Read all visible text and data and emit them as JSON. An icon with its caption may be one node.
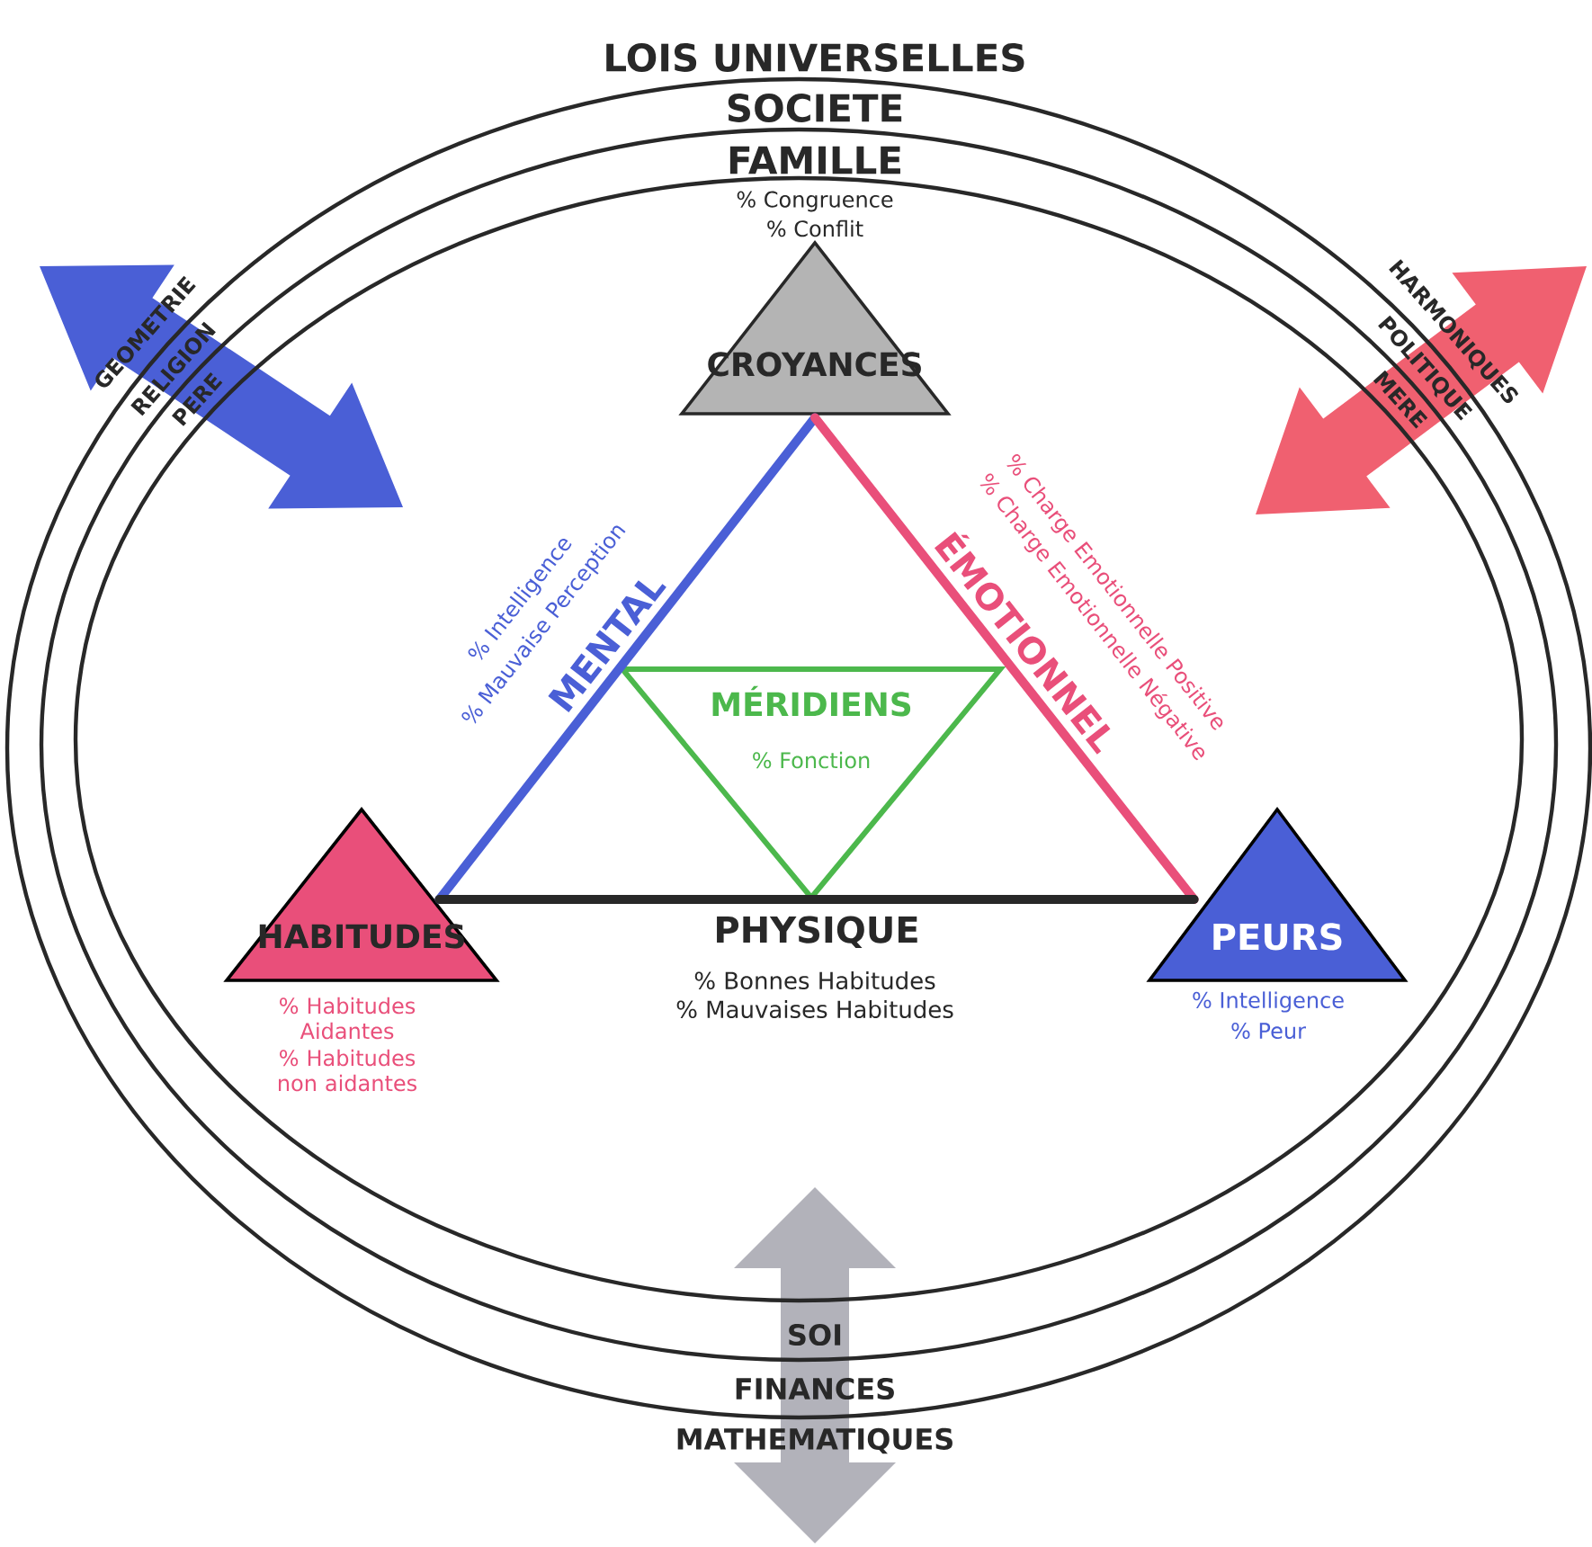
{
  "diagram": {
    "nodes": [
      {
        "text": [
          "CROYANCES"
        ],
        "beside": [
          "% Congruence",
          "% Conflit"
        ]
      },
      {
        "text": [
          "HABITUDES"
        ],
        "beside": [
          "% Habitudes Aidantes",
          "% Habitudes non aidantes"
        ]
      },
      {
        "text": [
          "PEURS"
        ],
        "beside": [
          "% Intelligence",
          "% Peur"
        ]
      },
      {
        "text": [
          "MÉRIDIENS",
          "% Fonction"
        ]
      }
    ],
    "edges": [
      {
        "from": 0,
        "to": 1,
        "arrow": "none",
        "label": "MENTAL",
        "color": "#4a5fd6"
      },
      {
        "from": 0,
        "to": 2,
        "arrow": "none",
        "label": "ÉMOTIONNEL",
        "color": "#e94f7a"
      },
      {
        "from": 1,
        "to": 2,
        "arrow": "none",
        "label": "PHYSIQUE",
        "color": "#282828"
      }
    ],
    "labels": [
      "LOIS UNIVERSELLES",
      "SOCIETE",
      "FAMILLE",
      "GEOMETRIE",
      "RELIGION",
      "PERE",
      "HARMONIQUES",
      "POLITIQUE",
      "MERE",
      "% Intelligence",
      "% Mauvaise Perception",
      "% Charge Emotionnelle Positive",
      "% Charge Emotionnelle Négative",
      "% Bonnes Habitudes",
      "% Mauvaises Habitudes",
      "SOI",
      "FINANCES",
      "MATHEMATIQUES"
    ]
  }
}
